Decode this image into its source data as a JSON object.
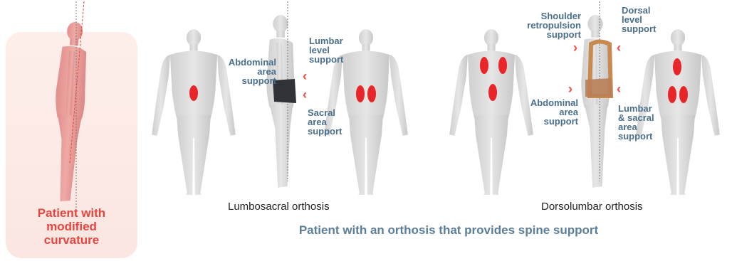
{
  "panel": {
    "label_lines": [
      "Patient with",
      "modified",
      "curvature"
    ]
  },
  "lumbosacral": {
    "caption": "Lumbosacral orthosis",
    "labels": {
      "abdominal": [
        "Abdominal",
        "area",
        "support"
      ],
      "lumbar": [
        "Lumbar",
        "level",
        "support"
      ],
      "sacral": [
        "Sacral",
        "area",
        "support"
      ]
    }
  },
  "dorsolumbar": {
    "caption": "Dorsolumbar orthosis",
    "labels": {
      "shoulder": [
        "Shoulder",
        "retropulsion",
        "support"
      ],
      "dorsal": [
        "Dorsal",
        "level",
        "support"
      ],
      "abdominal": [
        "Abdominal",
        "area",
        "support"
      ],
      "lumbar_sacral": [
        "Lumbar",
        "& sacral",
        "area",
        "support"
      ]
    }
  },
  "main_caption": "Patient with an orthosis that provides spine support",
  "colors": {
    "accent_red": "#e8443f",
    "label_blue": "#4a6f8c",
    "caption_blue": "#5b7e99",
    "support_spot": "#e8262a"
  }
}
